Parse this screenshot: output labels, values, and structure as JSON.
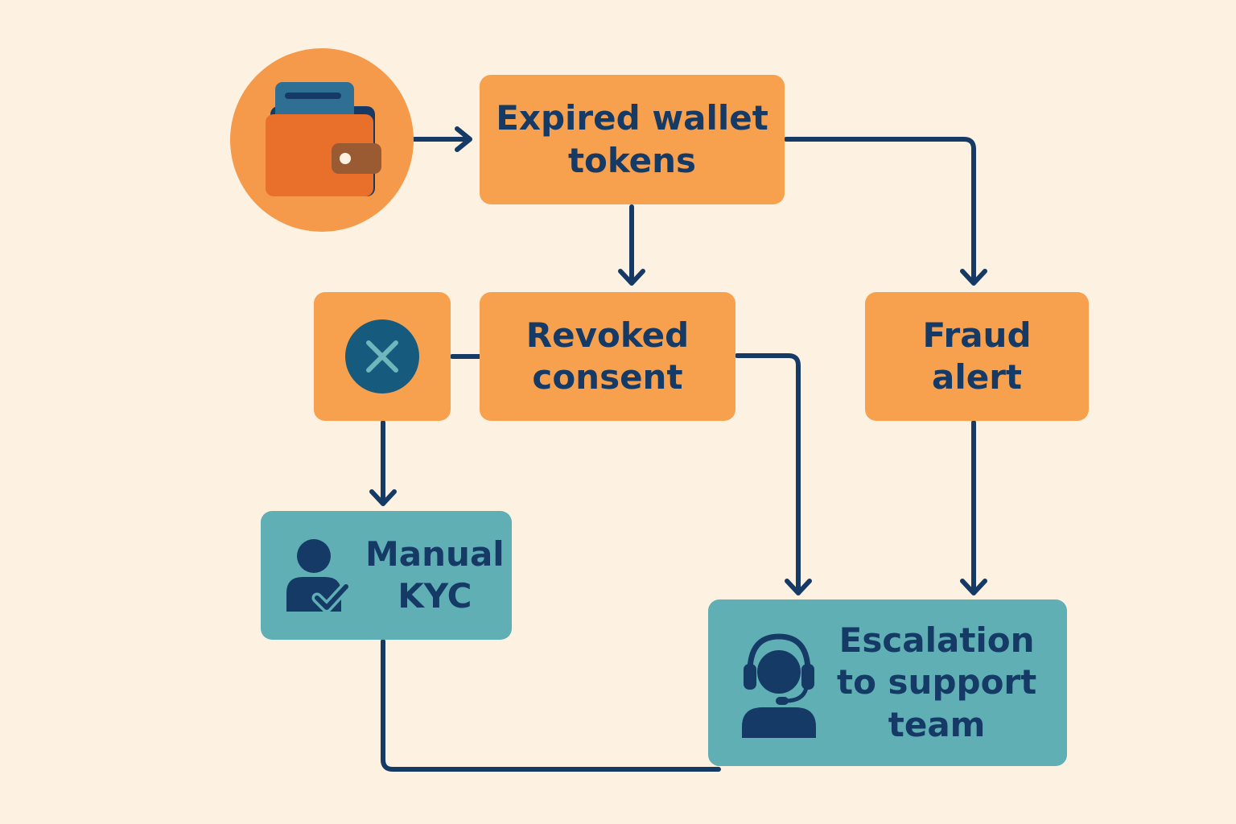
{
  "nodes": {
    "expired": {
      "label": "Expired wallet\ntokens"
    },
    "revoked": {
      "label": "Revoked\nconsent"
    },
    "fraud": {
      "label": "Fraud\nalert"
    },
    "kyc": {
      "label": "Manual\nKYC"
    },
    "escalation": {
      "label": "Escalation\nto support\nteam"
    }
  },
  "icons": {
    "start": "wallet-icon",
    "reject": "x-circle-icon",
    "kyc": "user-check-icon",
    "support": "headset-agent-icon"
  },
  "colors": {
    "background": "#fdf2e2",
    "orange_box": "#f7a04e",
    "teal_box": "#5fafb5",
    "wallet_circle": "#f59a4a",
    "navy": "#163a66",
    "text": "#163a66"
  }
}
